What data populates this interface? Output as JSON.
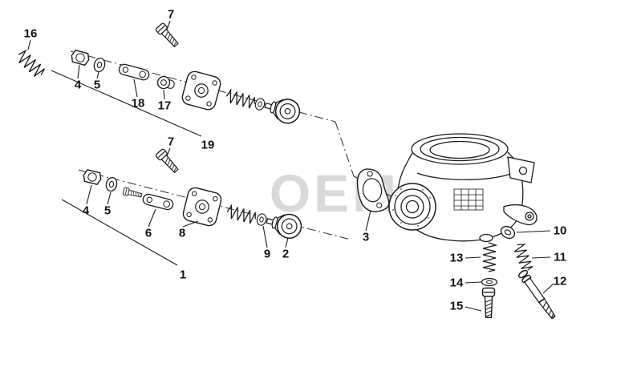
{
  "diagram": {
    "watermark": "OEM",
    "colors": {
      "line": "#1b1b1b",
      "watermark": "#d9d9d9",
      "background": "#ffffff"
    },
    "callouts": [
      {
        "number": "16"
      },
      {
        "number": "7"
      },
      {
        "number": "4"
      },
      {
        "number": "5"
      },
      {
        "number": "18"
      },
      {
        "number": "17"
      },
      {
        "number": "19"
      },
      {
        "number": "7"
      },
      {
        "number": "4"
      },
      {
        "number": "5"
      },
      {
        "number": "6"
      },
      {
        "number": "8"
      },
      {
        "number": "9"
      },
      {
        "number": "2"
      },
      {
        "number": "1"
      },
      {
        "number": "3"
      },
      {
        "number": "13"
      },
      {
        "number": "10"
      },
      {
        "number": "11"
      },
      {
        "number": "12"
      },
      {
        "number": "14"
      },
      {
        "number": "15"
      }
    ]
  }
}
